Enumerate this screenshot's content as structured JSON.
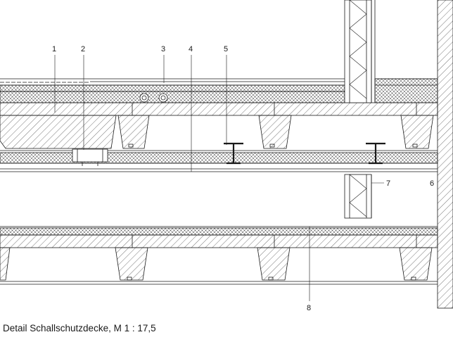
{
  "caption": "Detail Schallschutzdecke, M 1 : 17,5",
  "labels": {
    "l1": "1",
    "l2": "2",
    "l3": "3",
    "l4": "4",
    "l5": "5",
    "l6": "6",
    "l7": "7",
    "l8": "8"
  },
  "colors": {
    "line": "#1a1a1a",
    "paper": "#ffffff"
  }
}
